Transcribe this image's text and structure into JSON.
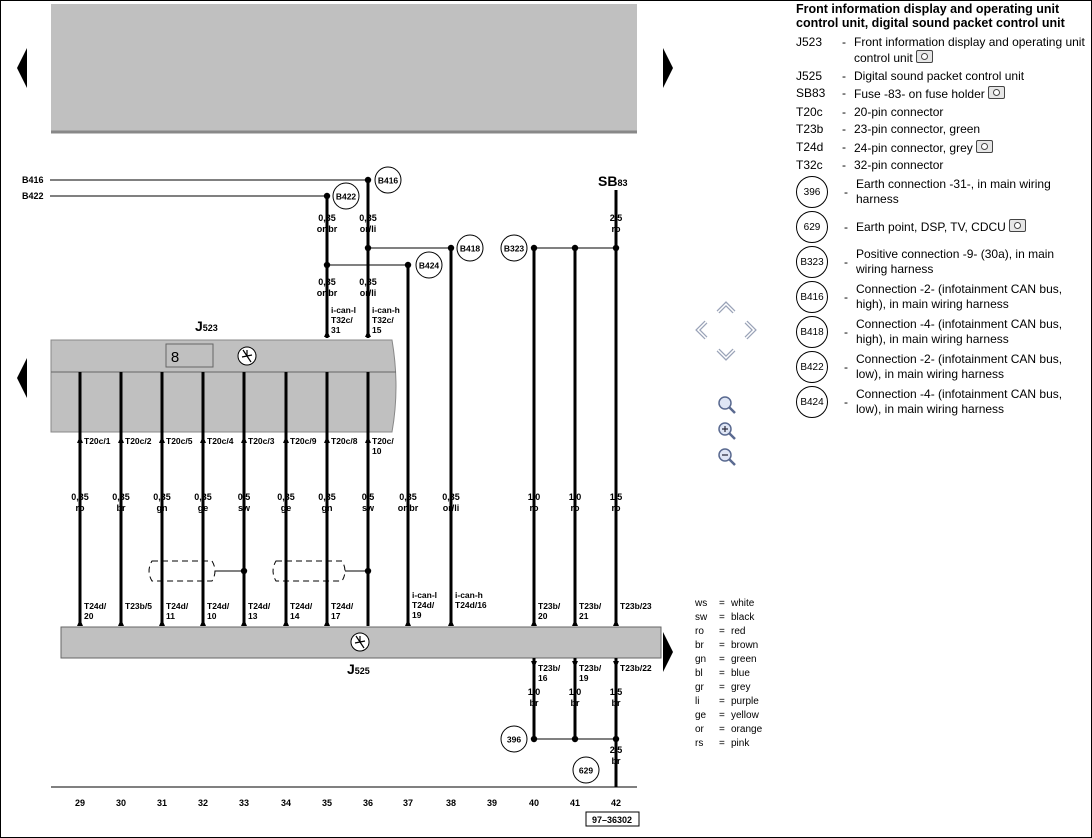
{
  "diagram_id": "97–36302",
  "legend": {
    "title": "Front information display and operating unit control unit, digital sound packet control unit",
    "items": [
      {
        "code": "J523",
        "desc": "Front information display and operating unit control unit",
        "camera": true
      },
      {
        "code": "J525",
        "desc": "Digital sound packet control unit",
        "camera": false
      },
      {
        "code": "SB83",
        "desc": "Fuse -83- on fuse holder",
        "camera": true
      },
      {
        "code": "T20c",
        "desc": "20-pin connector",
        "camera": false
      },
      {
        "code": "T23b",
        "desc": "23-pin connector, green",
        "camera": false
      },
      {
        "code": "T24d",
        "desc": "24-pin connector, grey",
        "camera": true
      },
      {
        "code": "T32c",
        "desc": "32-pin connector",
        "camera": false
      }
    ],
    "circle_items": [
      {
        "code": "396",
        "desc": "Earth connection -31-, in main wiring harness",
        "camera": false
      },
      {
        "code": "629",
        "desc": "Earth point, DSP, TV, CDCU",
        "camera": true
      },
      {
        "code": "B323",
        "desc": "Positive connection -9- (30a), in main wiring harness",
        "camera": false
      },
      {
        "code": "B416",
        "desc": "Connection -2- (infotainment CAN bus, high), in main wiring harness",
        "camera": false
      },
      {
        "code": "B418",
        "desc": "Connection -4- (infotainment CAN bus, high), in main wiring harness",
        "camera": false
      },
      {
        "code": "B422",
        "desc": "Connection -2- (infotainment CAN bus, low), in main wiring harness",
        "camera": false
      },
      {
        "code": "B424",
        "desc": "Connection -4- (infotainment CAN bus, low), in main wiring harness",
        "camera": false
      }
    ]
  },
  "colors_key": [
    {
      "abbr": "ws",
      "name": "white"
    },
    {
      "abbr": "sw",
      "name": "black"
    },
    {
      "abbr": "ro",
      "name": "red"
    },
    {
      "abbr": "br",
      "name": "brown"
    },
    {
      "abbr": "gn",
      "name": "green"
    },
    {
      "abbr": "bl",
      "name": "blue"
    },
    {
      "abbr": "gr",
      "name": "grey"
    },
    {
      "abbr": "li",
      "name": "purple"
    },
    {
      "abbr": "ge",
      "name": "yellow"
    },
    {
      "abbr": "or",
      "name": "orange"
    },
    {
      "abbr": "rs",
      "name": "pink"
    }
  ],
  "diagram": {
    "components": {
      "j523": {
        "prefix": "J",
        "sub": "523",
        "display": "8"
      },
      "j525": {
        "prefix": "J",
        "sub": "525"
      },
      "sb83": {
        "prefix": "SB",
        "sub": "83"
      }
    },
    "bus_labels": {
      "b416": "B416",
      "b422": "B422"
    },
    "nodes": {
      "b416": "B416",
      "b422": "B422",
      "b424": "B424",
      "b418": "B418",
      "b323": "B323",
      "e396": "396",
      "e629": "629"
    },
    "can_top": [
      {
        "id": "canl",
        "wire_top": "0,35 or/br",
        "wire_mid": "0,35 or/br",
        "pin": "i-can-l T32c/ 31"
      },
      {
        "id": "canh",
        "wire_top": "0,35 or/li",
        "wire_mid": "0,35 or/li",
        "pin": "i-can-h T32c/ 15"
      }
    ],
    "sb83_wire": "2,5 ro",
    "lines": [
      {
        "id": "29",
        "col": "29",
        "top_pin": "T20c/1",
        "wire": "0,35 ro",
        "bot_pin": "T24d/ 20"
      },
      {
        "id": "30",
        "col": "30",
        "top_pin": "T20c/2",
        "wire": "0,35 br",
        "bot_pin": "T23b/5"
      },
      {
        "id": "31",
        "col": "31",
        "top_pin": "T20c/5",
        "wire": "0,35 gn",
        "bot_pin": "T24d/ 11"
      },
      {
        "id": "32",
        "col": "32",
        "top_pin": "T20c/4",
        "wire": "0,35 ge",
        "bot_pin": "T24d/ 10"
      },
      {
        "id": "33",
        "col": "33",
        "top_pin": "T20c/3",
        "wire": "0,5 sw",
        "bot_pin": "T24d/ 13"
      },
      {
        "id": "34",
        "col": "34",
        "top_pin": "T20c/9",
        "wire": "0,35 ge",
        "bot_pin": "T24d/ 14"
      },
      {
        "id": "35",
        "col": "35",
        "top_pin": "T20c/8",
        "wire": "0,35 gn",
        "bot_pin": "T24d/ 17"
      },
      {
        "id": "36",
        "col": "36",
        "top_pin": "T20c/ 10",
        "wire": "0,5 sw",
        "bot_pin": ""
      },
      {
        "id": "37",
        "col": "37",
        "top_pin": "",
        "wire": "0,35 or/br",
        "bot_pin": "i-can-l T24d/ 19"
      },
      {
        "id": "38",
        "col": "38",
        "top_pin": "",
        "wire": "0,35 or/li",
        "bot_pin": "i-can-h T24d/16"
      },
      {
        "id": "39",
        "col": "39",
        "top_pin": "",
        "wire": "",
        "bot_pin": ""
      },
      {
        "id": "40",
        "col": "40",
        "top_pin": "",
        "wire": "1,0 ro",
        "bot_pin": "T23b/ 20",
        "pin2": "T23b/ 16",
        "wire2": "1,0 br"
      },
      {
        "id": "41",
        "col": "41",
        "top_pin": "",
        "wire": "1,0 ro",
        "bot_pin": "T23b/ 21",
        "pin2": "T23b/ 19",
        "wire2": "1,0 br"
      },
      {
        "id": "42",
        "col": "42",
        "top_pin": "",
        "wire": "1,5 ro",
        "bot_pin": "T23b/23",
        "pin2": "T23b/22",
        "wire2": "1,5 br",
        "wire3": "2,5 br"
      }
    ]
  },
  "nav": {
    "up": "arrow-up-icon",
    "down": "arrow-down-icon",
    "left": "arrow-left-icon",
    "right": "arrow-right-icon"
  },
  "zoom": {
    "fit": "zoom-fit-icon",
    "in": "zoom-in-icon",
    "out": "zoom-out-icon"
  }
}
